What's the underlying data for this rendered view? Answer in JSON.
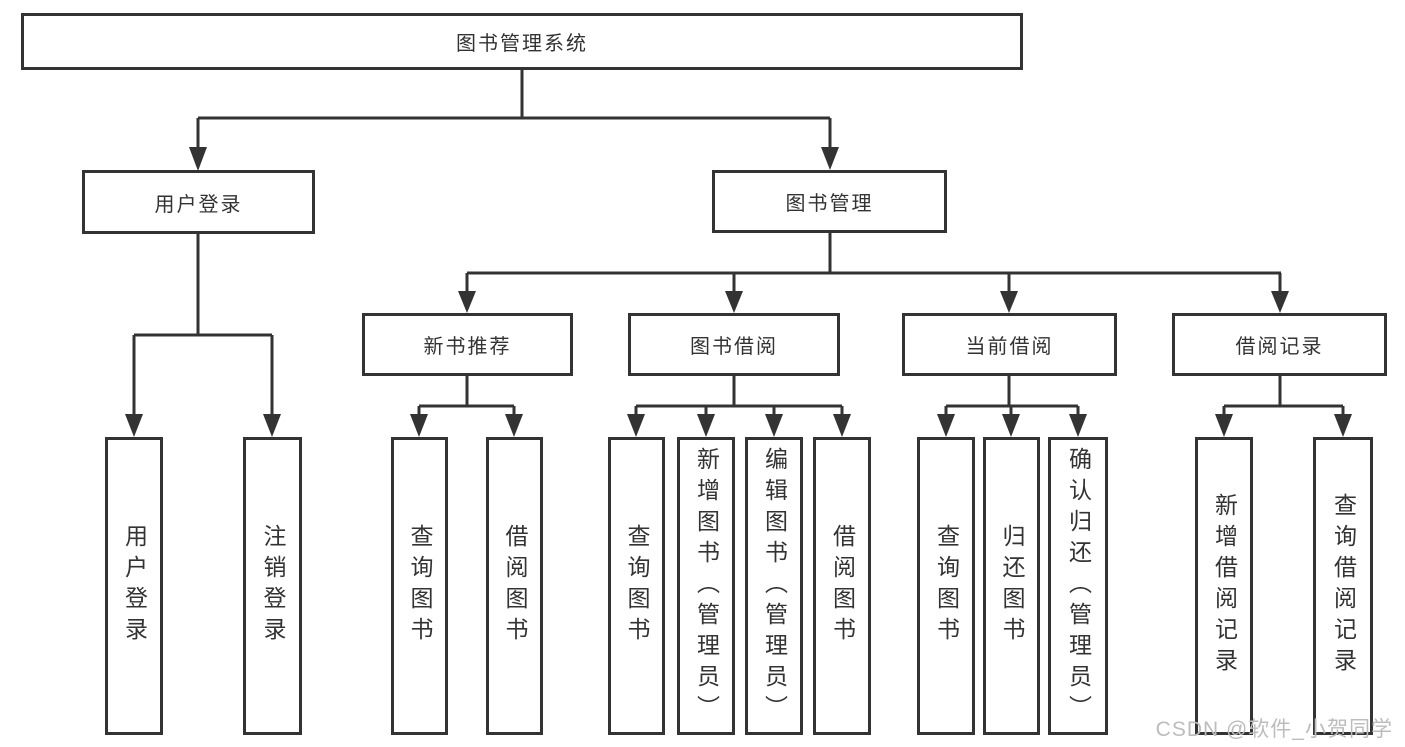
{
  "tree": {
    "root": "图书管理系统",
    "children": [
      {
        "label": "用户登录",
        "children": [
          "用户登录",
          "注销登录"
        ]
      },
      {
        "label": "图书管理",
        "children": [
          {
            "label": "新书推荐",
            "children": [
              "查询图书",
              "借阅图书"
            ]
          },
          {
            "label": "图书借阅",
            "children": [
              "查询图书",
              "新增图书（管理员）",
              "编辑图书（管理员）",
              "借阅图书"
            ]
          },
          {
            "label": "当前借阅",
            "children": [
              "查询图书",
              "归还图书",
              "确认归还（管理员）"
            ]
          },
          {
            "label": "借阅记录",
            "children": [
              "新增借阅记录",
              "查询借阅记录"
            ]
          }
        ]
      }
    ]
  },
  "watermark": {
    "text": "CSDN @软件_小贺同学"
  },
  "colors": {
    "line": "#333333",
    "box_border": "#333333",
    "text": "#333333",
    "watermark": "#bcbcbc",
    "background": "#ffffff"
  }
}
